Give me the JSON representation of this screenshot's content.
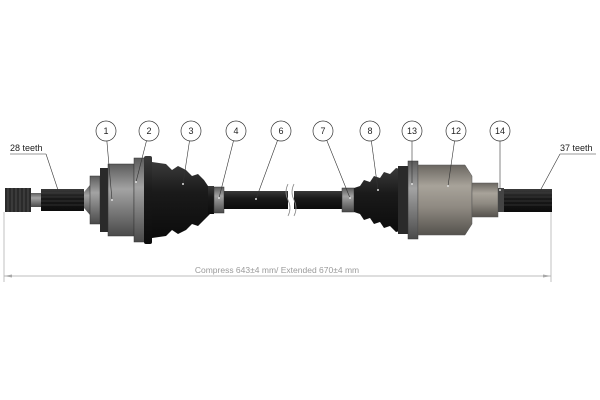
{
  "spline_labels": {
    "left": "28 teeth",
    "right": "37 teeth"
  },
  "dimension": {
    "text": "Compress 643±4 mm/ Extended 670±4 mm"
  },
  "balloons": [
    "1",
    "2",
    "3",
    "4",
    "6",
    "7",
    "8",
    "13",
    "12",
    "14"
  ],
  "colors": {
    "boot": "#1c1c1c",
    "metal": "#8e8e8e",
    "housing": "#9c978f",
    "dimension": "#a8a8a8"
  }
}
